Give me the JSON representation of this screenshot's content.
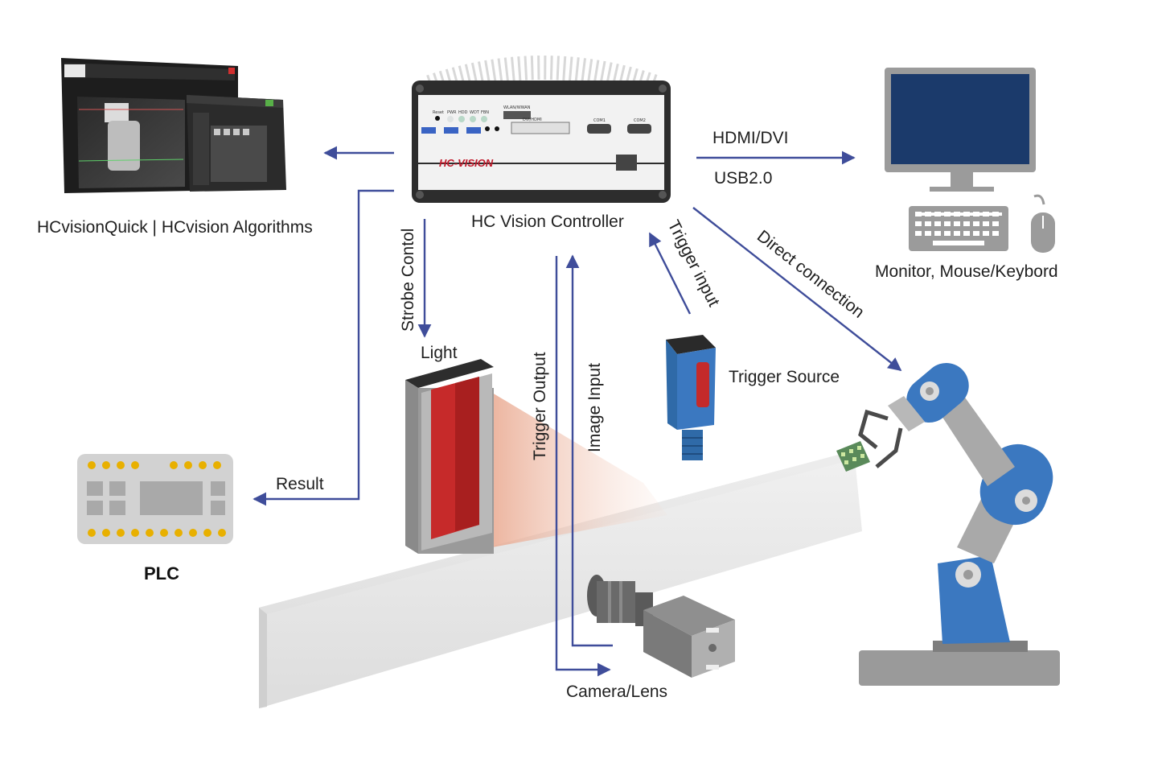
{
  "labels": {
    "software": "HCvisionQuick | HCvision Algorithms",
    "controller": "HC Vision Controller",
    "hdmi": "HDMI/DVI",
    "usb": "USB2.0",
    "monitor": "Monitor, Mouse/Keybord",
    "strobe": "Strobe Contol",
    "light": "Light",
    "trigger_output": "Trigger Output",
    "image_input": "Image Input",
    "trigger_input": "Trigger input",
    "trigger_source": "Trigger Source",
    "direct_connection": "Direct connection",
    "result": "Result",
    "plc": "PLC",
    "camera": "Camera/Lens"
  },
  "controller_panel": {
    "brand": "HC-VISION",
    "reset": "Reset",
    "pwr": "PWR",
    "hdd": "HDD",
    "wdt": "WDT",
    "fbn": "FBN",
    "wlan": "WLAN/WWAN",
    "dvi": "DVI/HDMI",
    "com1": "COM1",
    "com2": "COM2"
  },
  "colors": {
    "arrow": "#3f4d9a",
    "robot_blue": "#3b78c0",
    "light_red": "#c62a2a",
    "monitor_screen": "#1b3a6b"
  }
}
